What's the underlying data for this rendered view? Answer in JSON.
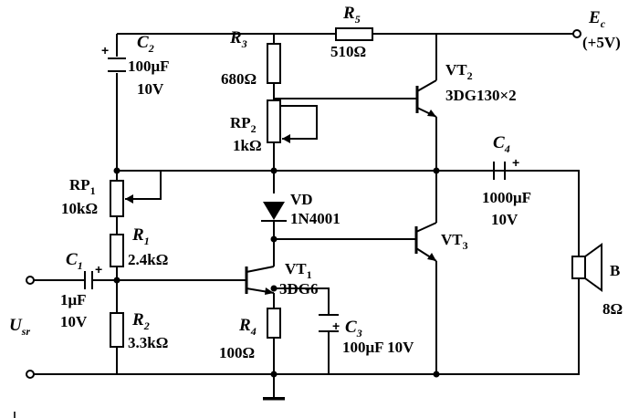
{
  "labels": {
    "r5": "R",
    "r5_sub": "5",
    "r5_val": "510Ω",
    "ec": "E",
    "ec_sub": "c",
    "ec_val": "(+5V)",
    "c2": "C",
    "c2_sub": "2",
    "c2_val": "100μF",
    "c2_v": "10V",
    "r3": "R",
    "r3_sub": "3",
    "r3_val": "680Ω",
    "rp2": "RP",
    "rp2_sub": "2",
    "rp2_val": "1kΩ",
    "vt2": "VT",
    "vt2_sub": "2",
    "vt2_type": "3DG130×2",
    "c4": "C",
    "c4_sub": "4",
    "c4_val": "1000μF",
    "c4_v": "10V",
    "rp1": "RP",
    "rp1_sub": "1",
    "rp1_val": "10kΩ",
    "vd": "VD",
    "vd_type": "1N4001",
    "vt3": "VT",
    "vt3_sub": "3",
    "r1": "R",
    "r1_sub": "1",
    "r1_val": "2.4kΩ",
    "c1": "C",
    "c1_sub": "1",
    "c1_val": "1μF",
    "c1_v": "10V",
    "vt1": "VT",
    "vt1_sub": "1",
    "vt1_type": "3DG6",
    "b": "B",
    "b_val": "8Ω",
    "u": "U",
    "u_sub": "sr",
    "r2": "R",
    "r2_sub": "2",
    "r2_val": "3.3kΩ",
    "r4": "R",
    "r4_sub": "4",
    "r4_val": "100Ω",
    "c3": "C",
    "c3_sub": "3",
    "c3_val": "100μF 10V",
    "plus": "+"
  }
}
